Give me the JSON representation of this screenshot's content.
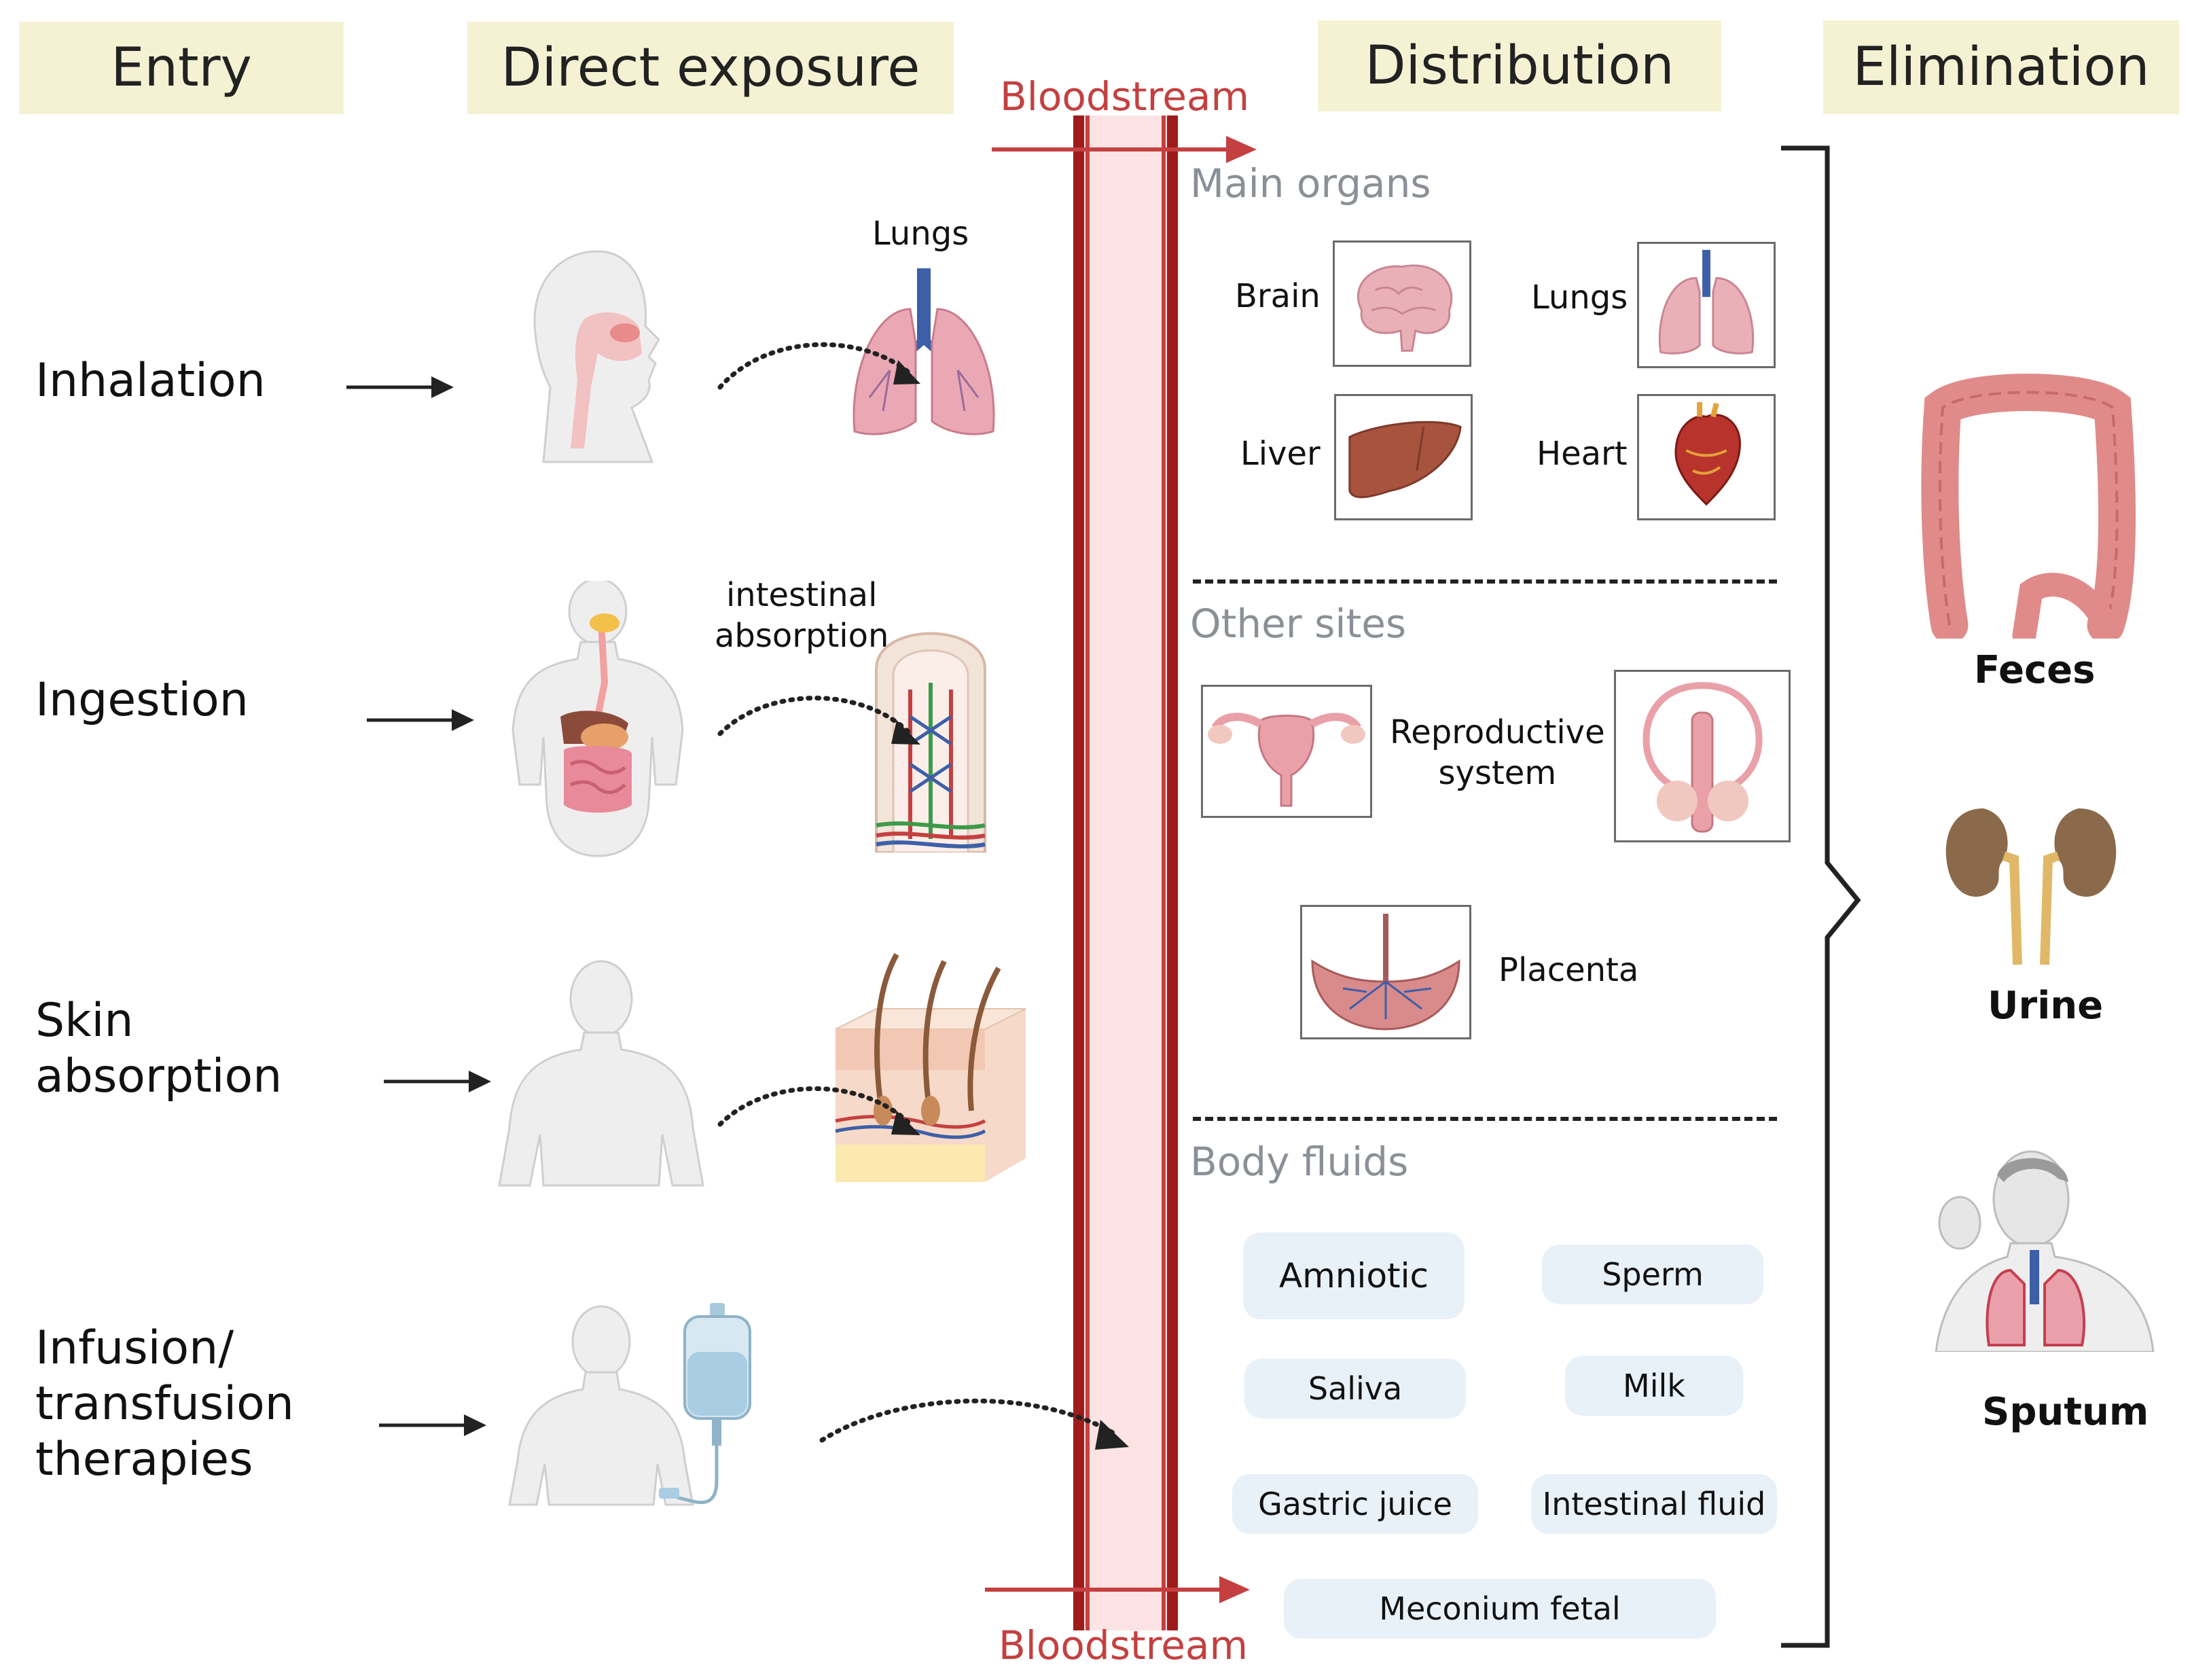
{
  "headers": {
    "entry": "Entry",
    "direct_exposure": "Direct exposure",
    "distribution": "Distribution",
    "elimination": "Elimination"
  },
  "bloodstream": {
    "top_label": "Bloodstream",
    "bottom_label": "Bloodstream"
  },
  "routes": {
    "inhalation": {
      "label": "Inhalation",
      "target_label": "Lungs"
    },
    "ingestion": {
      "label": "Ingestion",
      "target_label_line1": "intestinal",
      "target_label_line2": "absorption"
    },
    "skin": {
      "label_line1": "Skin",
      "label_line2": "absorption"
    },
    "infusion": {
      "label_line1": "Infusion/",
      "label_line2": "transfusion",
      "label_line3": "therapies"
    }
  },
  "distribution": {
    "main_organs": {
      "title": "Main organs",
      "brain": "Brain",
      "lungs": "Lungs",
      "liver": "Liver",
      "heart": "Heart"
    },
    "other_sites": {
      "title": "Other sites",
      "reproductive_line1": "Reproductive",
      "reproductive_line2": "system",
      "placenta": "Placenta"
    },
    "body_fluids": {
      "title": "Body fluids",
      "amniotic": "Amniotic",
      "sperm": "Sperm",
      "saliva": "Saliva",
      "milk": "Milk",
      "gastric_juice": "Gastric juice",
      "intestinal_fluid": "Intestinal fluid",
      "meconium_fetal": "Meconium fetal"
    }
  },
  "elimination": {
    "feces": "Feces",
    "urine": "Urine",
    "sputum": "Sputum"
  },
  "colors": {
    "header_bg": "#f4f2d3",
    "bloodstream": "#c44040",
    "vessel_dark": "#9e1b1b",
    "vessel_fill": "#fde3e3",
    "pill_bg": "#e8f0f8",
    "section_gray": "#8a9096"
  }
}
